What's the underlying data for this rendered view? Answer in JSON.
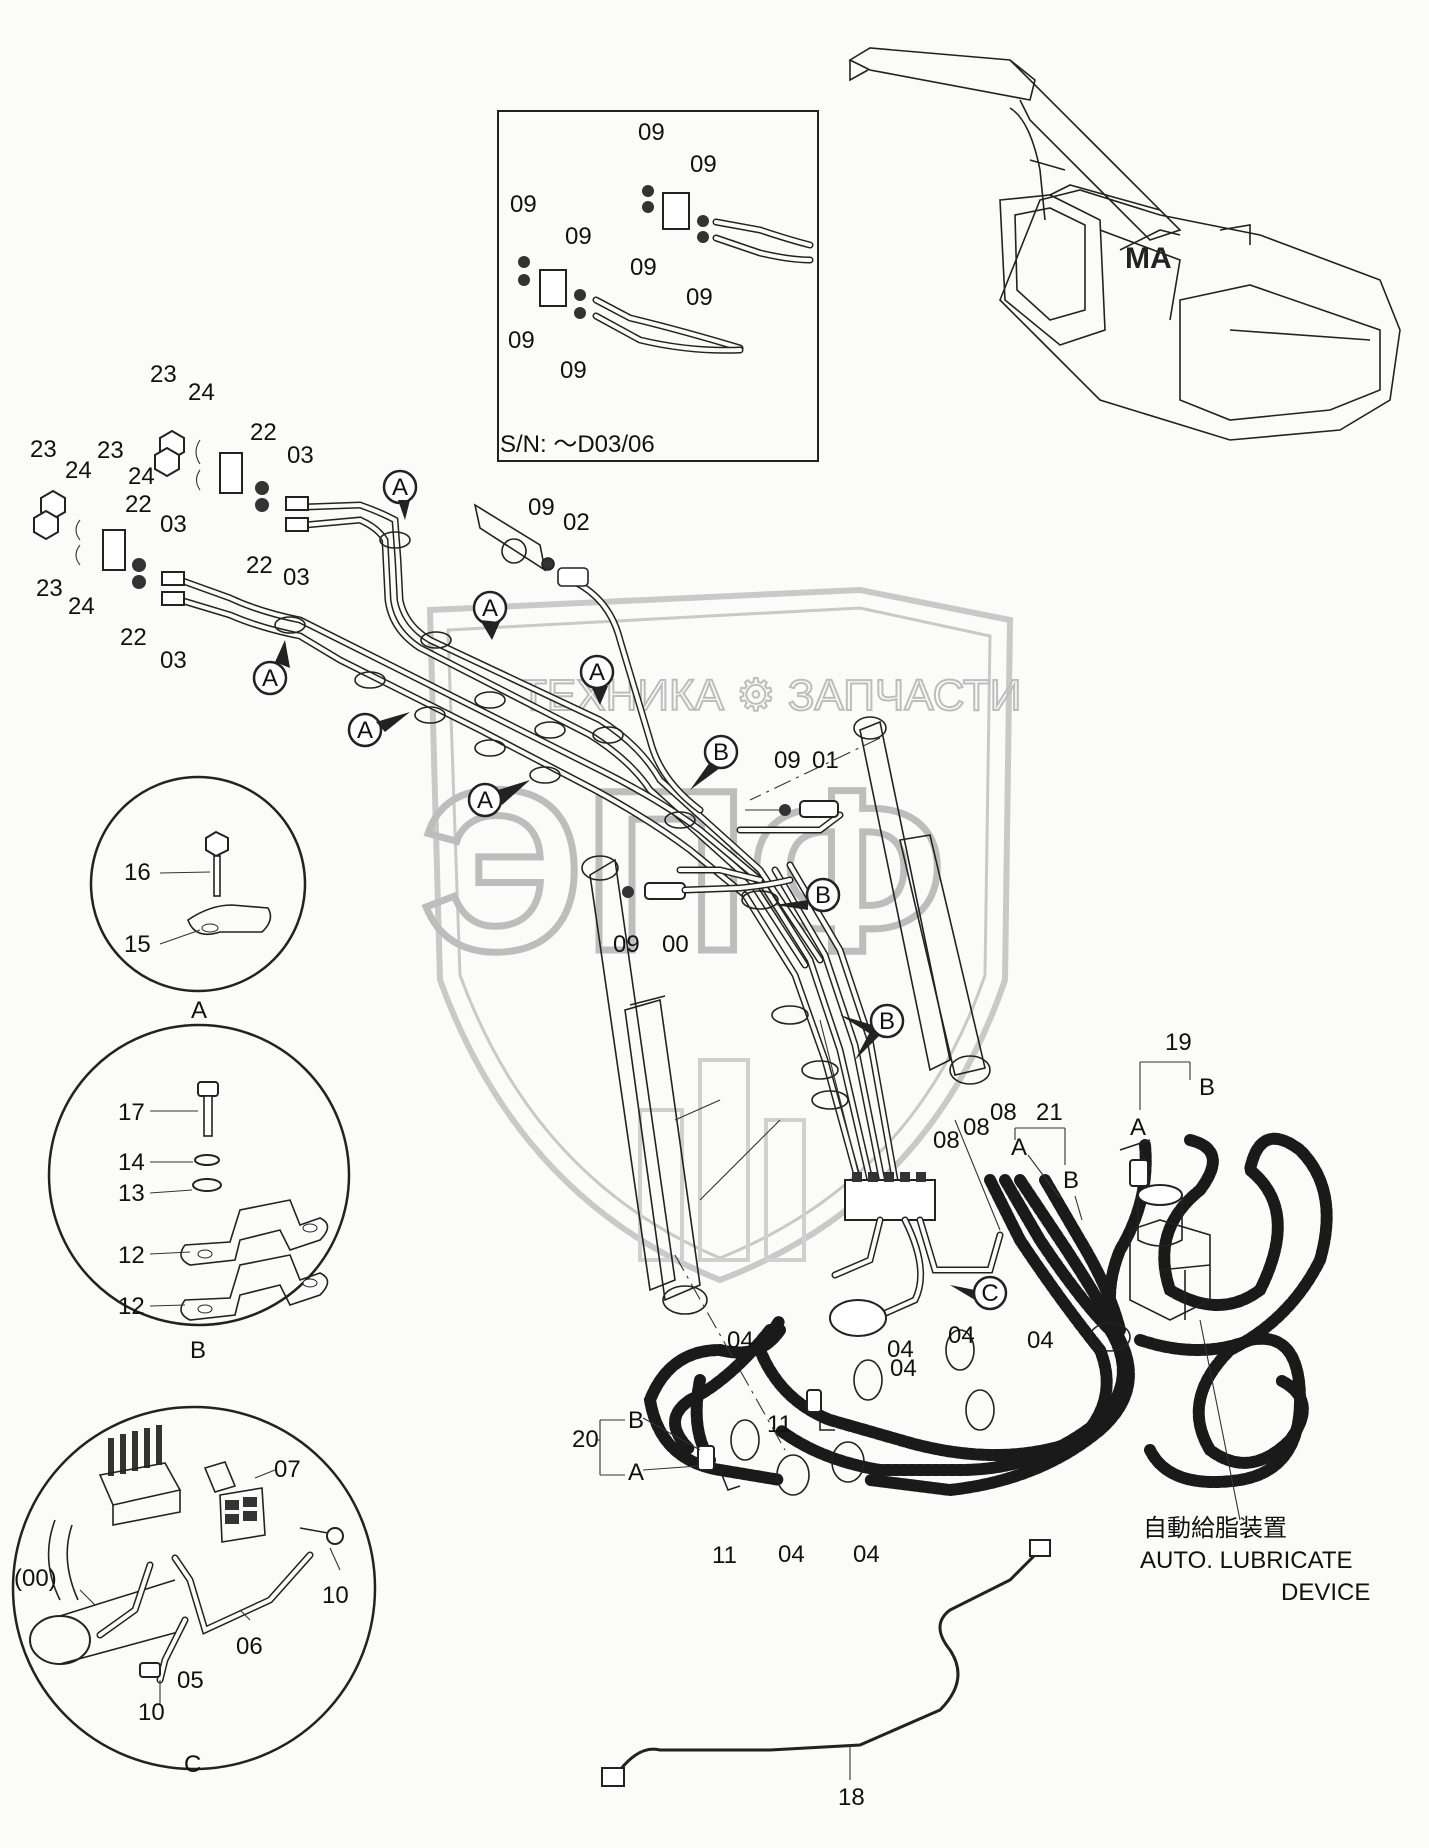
{
  "watermark": {
    "brand": "ЭПФ",
    "line": "ТЕХНИКА ⚙ ЗАПЧАСТИ"
  },
  "inset_top": {
    "serial_label": "S/N: ～D03/06",
    "callouts": [
      "09",
      "09",
      "09",
      "09",
      "09",
      "09",
      "09",
      "09"
    ]
  },
  "detail_views": {
    "A": {
      "title": "A",
      "parts": [
        "16",
        "15"
      ]
    },
    "B": {
      "title": "B",
      "parts": [
        "17",
        "14",
        "13",
        "12",
        "12"
      ]
    },
    "C": {
      "title": "C",
      "parts": [
        "07",
        "(00)",
        "10",
        "05",
        "06",
        "10"
      ]
    }
  },
  "clamp_markers": [
    "A",
    "A",
    "A",
    "A",
    "A",
    "A",
    "B",
    "B",
    "B",
    "C"
  ],
  "main_callouts": {
    "upper_left": [
      "23",
      "24",
      "23",
      "24",
      "23",
      "24",
      "23",
      "24",
      "22",
      "22",
      "22",
      "22",
      "03",
      "03",
      "03",
      "03"
    ],
    "boom_top": [
      "09",
      "02"
    ],
    "arm_fitting": [
      "09",
      "01"
    ],
    "boom_fitting": [
      "09",
      "00"
    ],
    "hoses": [
      "08",
      "08",
      "08",
      "21",
      "A",
      "B",
      "19",
      "A",
      "B",
      "04",
      "04",
      "04",
      "04",
      "04",
      "04",
      "04",
      "20",
      "B",
      "A",
      "11",
      "11",
      "18"
    ]
  },
  "device_label": {
    "jp": "自動給脂装置",
    "en1": "AUTO. LUBRICATE",
    "en2": "DEVICE"
  }
}
